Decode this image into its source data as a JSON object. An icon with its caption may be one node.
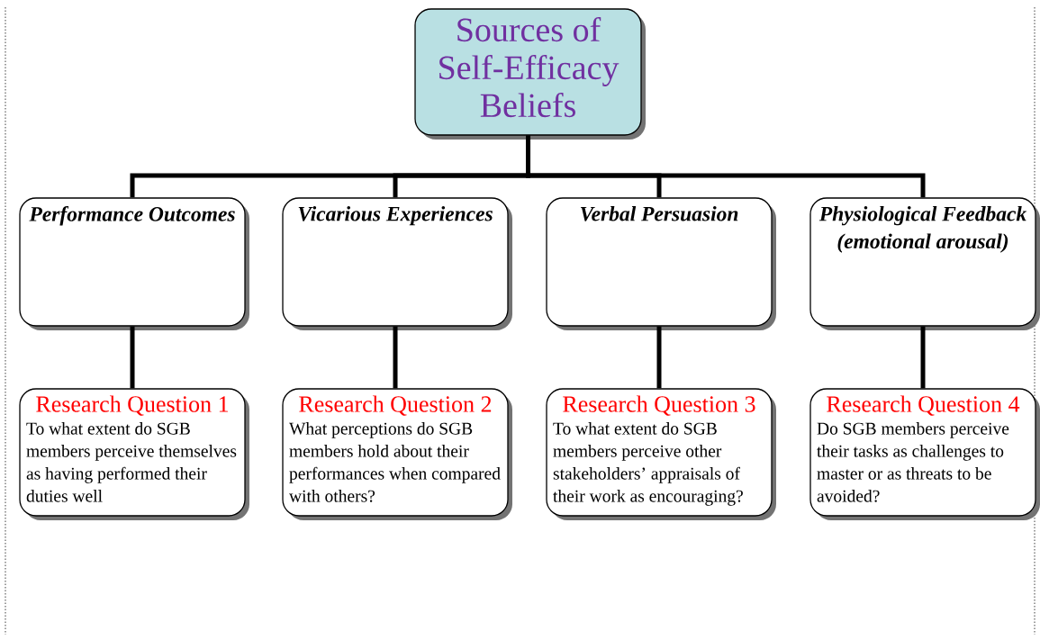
{
  "diagram": {
    "nodes": [
      {
        "text": [
          "Sources of Self-Efficacy Beliefs"
        ]
      },
      {
        "text": [
          "Performance Outcomes"
        ]
      },
      {
        "text": [
          "Vicarious Experiences"
        ]
      },
      {
        "text": [
          "Verbal Persuasion"
        ]
      },
      {
        "text": [
          "Physiological Feedback (emotional arousal)"
        ]
      },
      {
        "text": [
          "Research Question 1",
          "To what extent do SGB members perceive themselves as having performed their duties well"
        ]
      },
      {
        "text": [
          "Research Question 2",
          "What perceptions do SGB members hold about their performances when compared with others?"
        ]
      },
      {
        "text": [
          "Research Question 3",
          "To what extent do SGB members perceive other stakeholders’ appraisals of their work as encouraging?"
        ]
      },
      {
        "text": [
          "Research Question 4",
          "Do SGB members perceive their tasks as challenges to master or as threats to be avoided?"
        ]
      }
    ],
    "edges": [
      {
        "from": 0,
        "to": 1,
        "arrow": "none"
      },
      {
        "from": 0,
        "to": 2,
        "arrow": "none"
      },
      {
        "from": 0,
        "to": 3,
        "arrow": "none"
      },
      {
        "from": 0,
        "to": 4,
        "arrow": "none"
      },
      {
        "from": 1,
        "to": 5,
        "arrow": "none"
      },
      {
        "from": 2,
        "to": 6,
        "arrow": "none"
      },
      {
        "from": 3,
        "to": 7,
        "arrow": "none"
      },
      {
        "from": 4,
        "to": 8,
        "arrow": "none"
      }
    ]
  }
}
